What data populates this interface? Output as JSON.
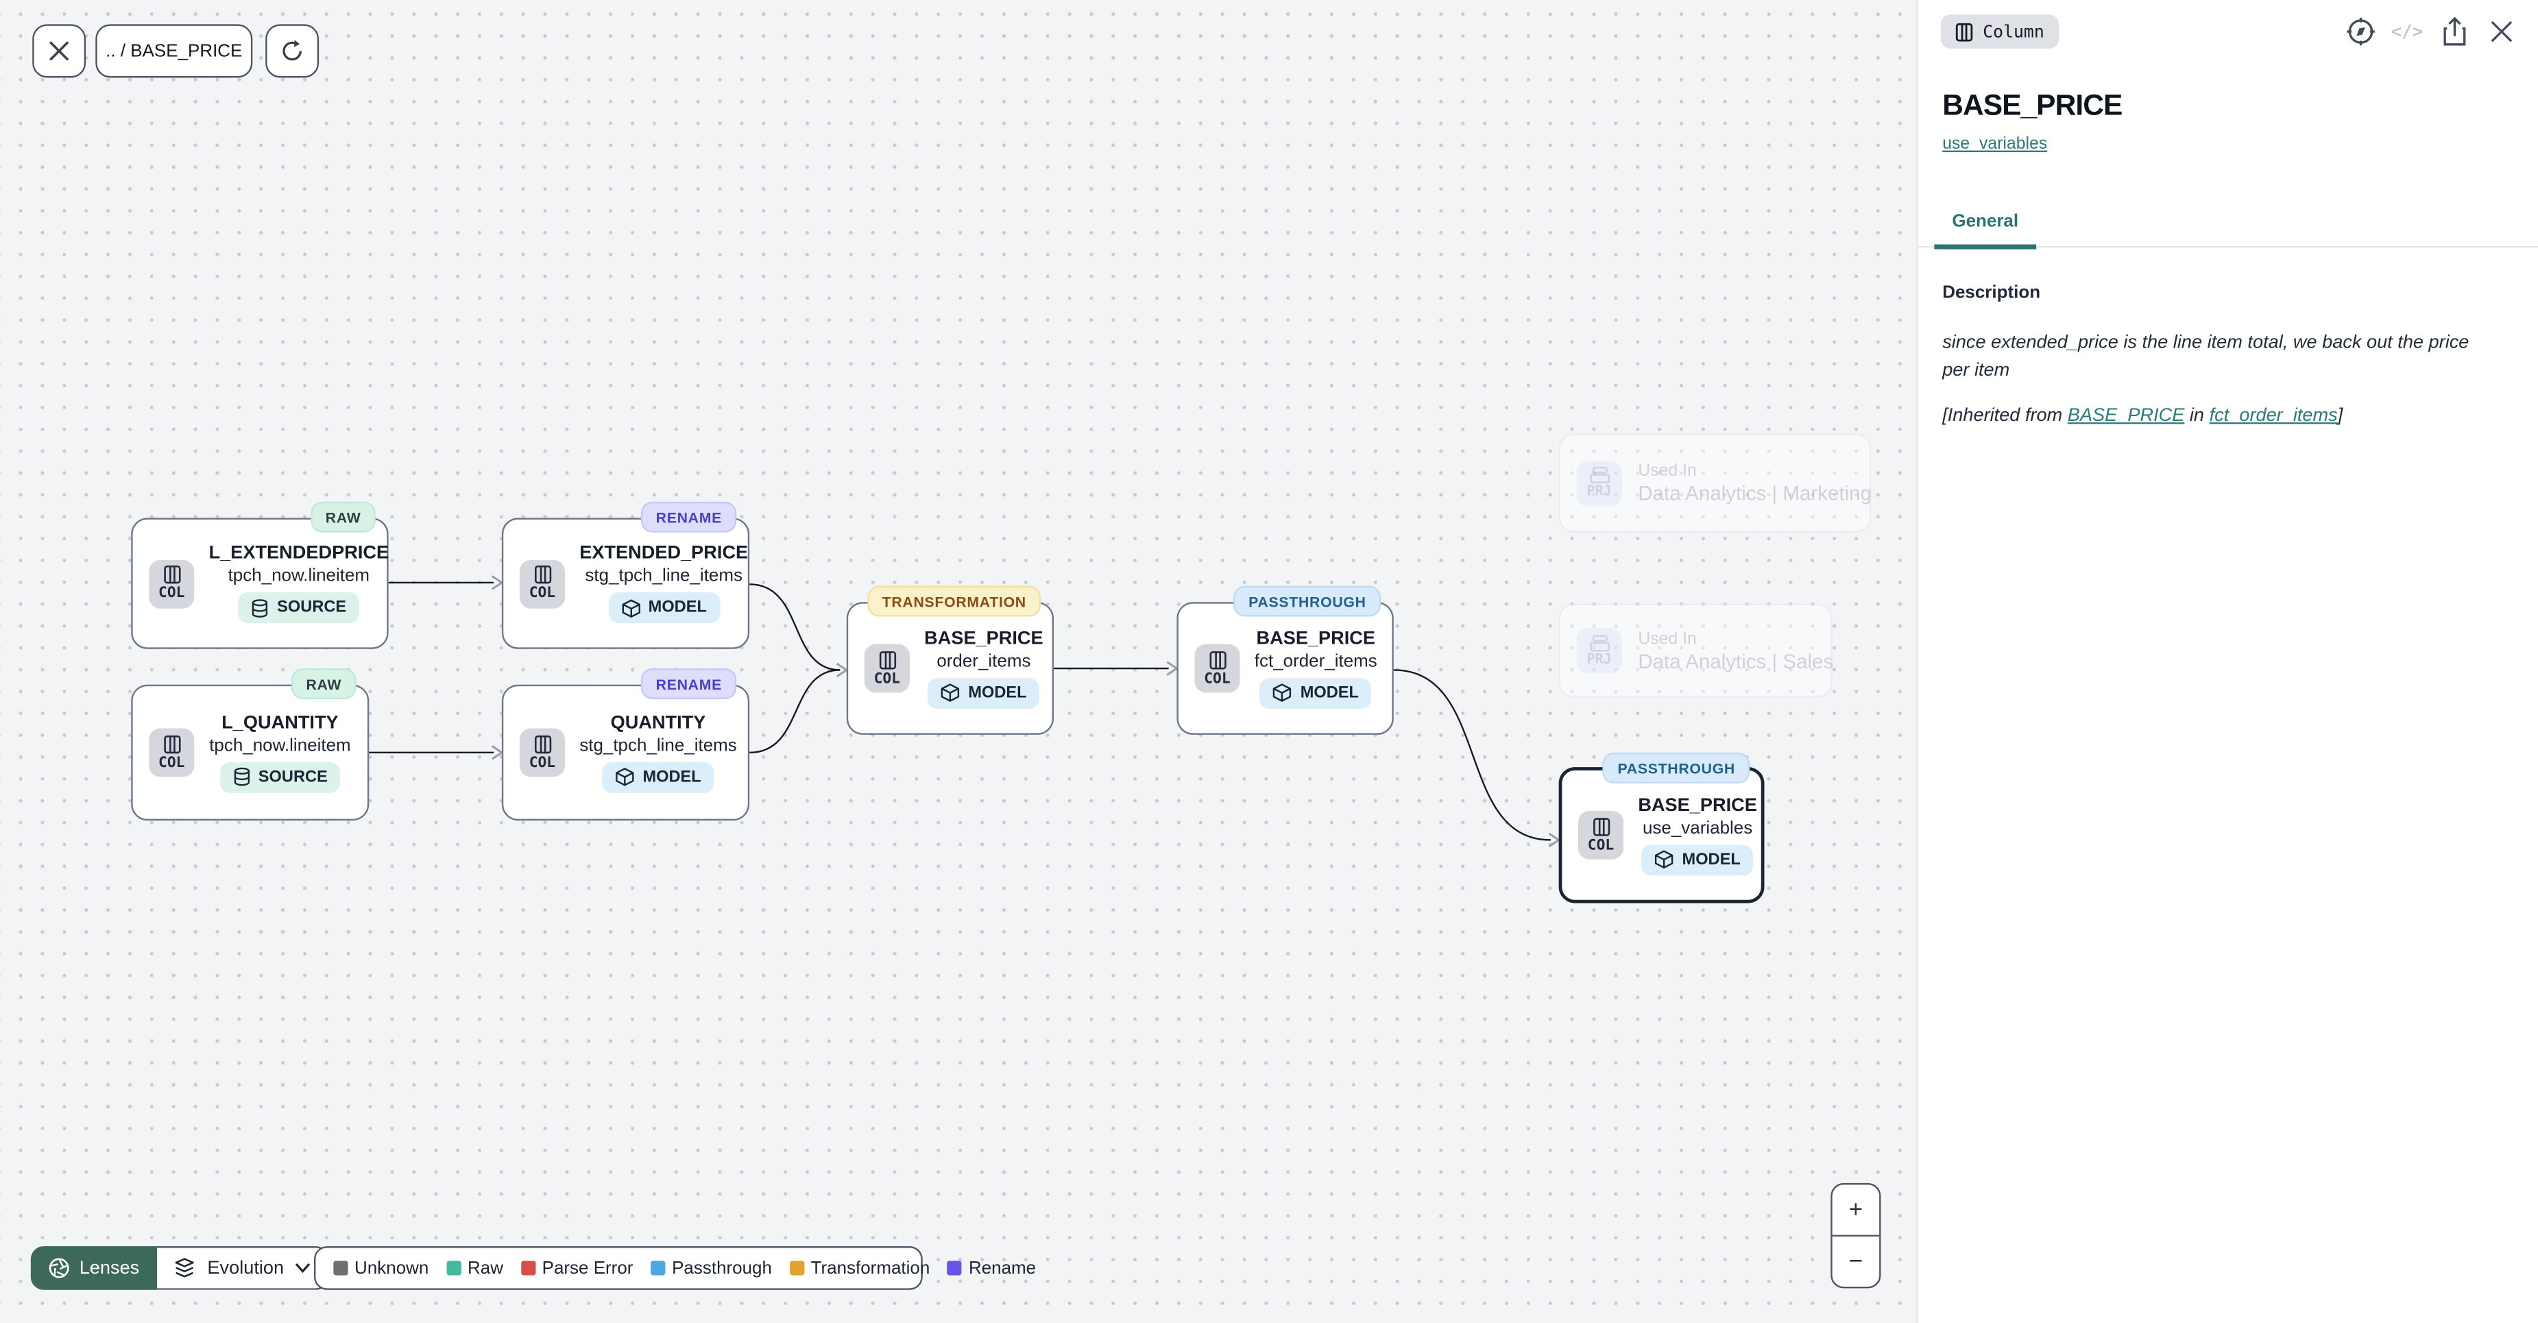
{
  "toolbar": {
    "breadcrumb": ".. / BASE_PRICE"
  },
  "nodes": [
    {
      "badge": "RAW",
      "kind": "COL",
      "title": "L_EXTENDEDPRICE",
      "subtitle": "tpch_now.lineitem",
      "chip": "SOURCE"
    },
    {
      "badge": "RENAME",
      "kind": "COL",
      "title": "EXTENDED_PRICE",
      "subtitle": "stg_tpch_line_items",
      "chip": "MODEL"
    },
    {
      "badge": "RAW",
      "kind": "COL",
      "title": "L_QUANTITY",
      "subtitle": "tpch_now.lineitem",
      "chip": "SOURCE"
    },
    {
      "badge": "RENAME",
      "kind": "COL",
      "title": "QUANTITY",
      "subtitle": "stg_tpch_line_items",
      "chip": "MODEL"
    },
    {
      "badge": "TRANSFORMATION",
      "kind": "COL",
      "title": "BASE_PRICE",
      "subtitle": "order_items",
      "chip": "MODEL"
    },
    {
      "badge": "PASSTHROUGH",
      "kind": "COL",
      "title": "BASE_PRICE",
      "subtitle": "fct_order_items",
      "chip": "MODEL"
    },
    {
      "badge": "PASSTHROUGH",
      "kind": "COL",
      "title": "BASE_PRICE",
      "subtitle": "use_variables",
      "chip": "MODEL"
    }
  ],
  "used_in": [
    {
      "kind": "PRJ",
      "label": "Used In",
      "name": "Data Analytics | Marketing"
    },
    {
      "kind": "PRJ",
      "label": "Used In",
      "name": "Data Analytics | Sales"
    }
  ],
  "lenses": {
    "label": "Lenses",
    "selected_lens": "Evolution"
  },
  "legend": [
    {
      "label": "Unknown",
      "color": "#6d6f73"
    },
    {
      "label": "Raw",
      "color": "#45b8a1"
    },
    {
      "label": "Parse Error",
      "color": "#d65049"
    },
    {
      "label": "Passthrough",
      "color": "#4ba7e0"
    },
    {
      "label": "Transformation",
      "color": "#e3a32f"
    },
    {
      "label": "Rename",
      "color": "#6355e6"
    }
  ],
  "zoom_controls": {
    "zoom_in": "+",
    "zoom_out": "−"
  },
  "panel": {
    "type_badge": "Column",
    "code_icon_label": "</>",
    "title": "BASE_PRICE",
    "subtitle_link": "use_variables",
    "tabs": [
      {
        "label": "General"
      }
    ],
    "description": {
      "heading": "Description",
      "body": "since extended_price is the line item total, we back out the price per item",
      "inherited_prefix": "[Inherited from ",
      "inherited_link_column": "BASE_PRICE",
      "inherited_middle": " in ",
      "inherited_link_model": "fct_order_items",
      "inherited_suffix": "]"
    }
  }
}
